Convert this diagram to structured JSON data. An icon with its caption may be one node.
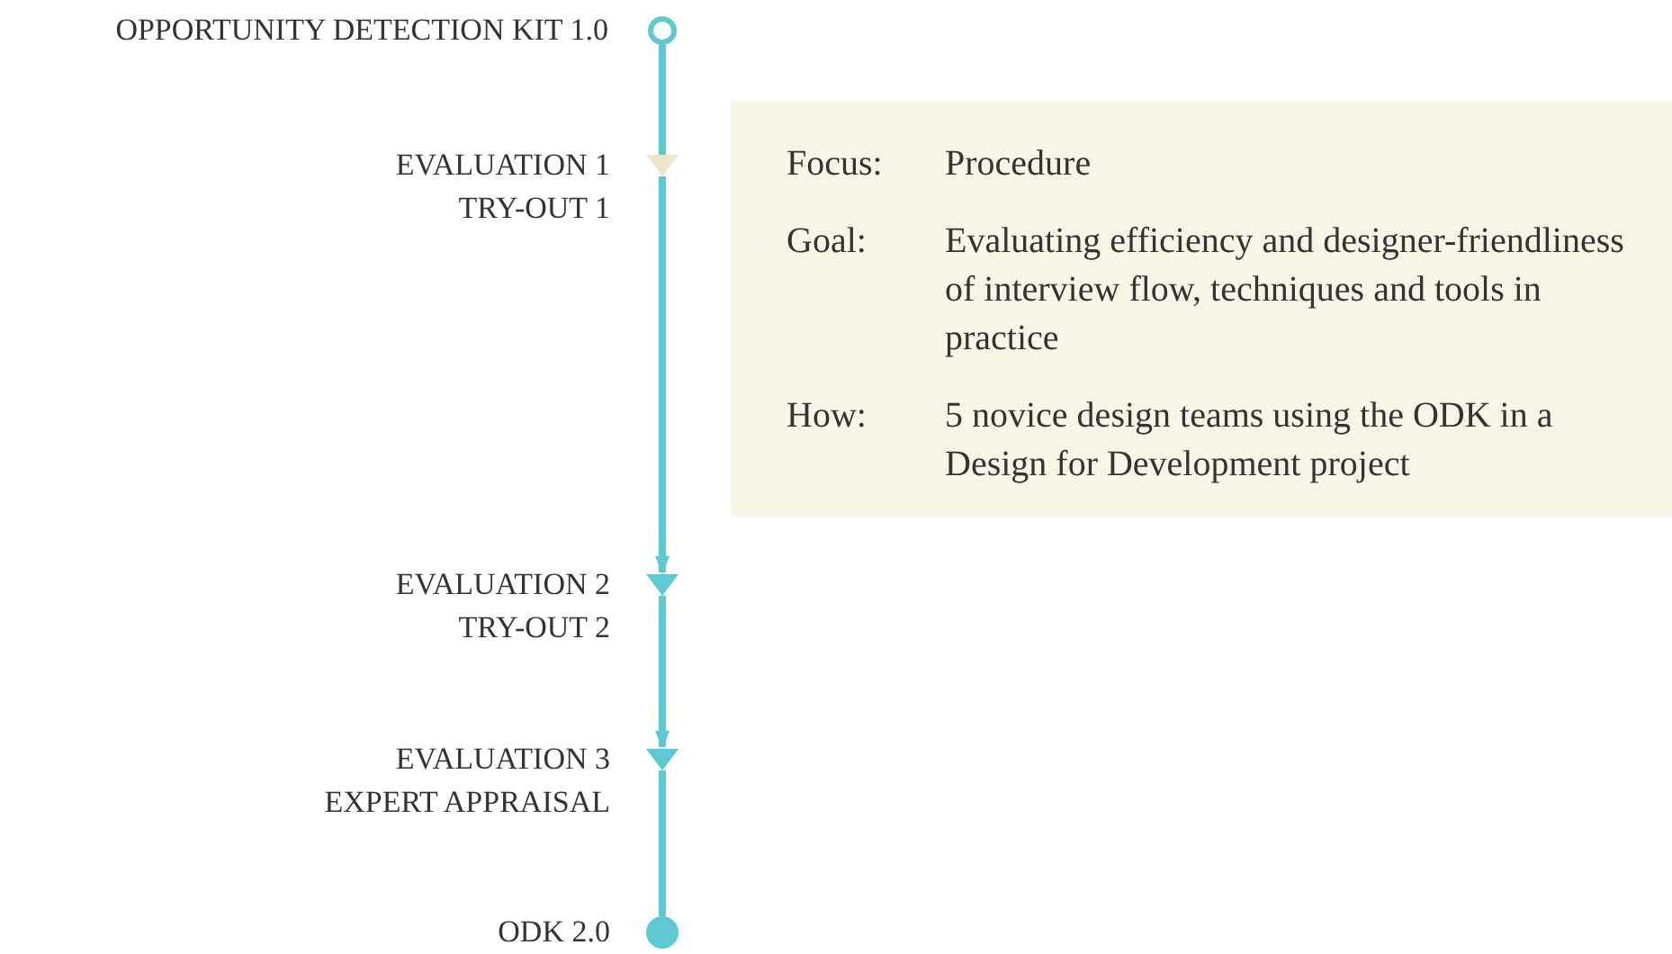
{
  "diagram": {
    "nodes": [
      {
        "text": [],
        "shape": "circle",
        "beside": [
          "OPPORTUNITY DETECTION KIT 1.0"
        ]
      },
      {
        "text": [],
        "shape": "triangle",
        "beside": [
          "EVALUATION 1",
          "TRY-OUT 1"
        ]
      },
      {
        "text": [],
        "shape": "triangle",
        "beside": [
          "EVALUATION 2",
          "TRY-OUT 2"
        ]
      },
      {
        "text": [],
        "shape": "triangle",
        "beside": [
          "EVALUATION 3",
          "EXPERT APPRAISAL"
        ]
      },
      {
        "text": [],
        "shape": "circle",
        "beside": [
          "ODK 2.0"
        ]
      },
      {
        "text": [
          "Focus:",
          "Procedure",
          "Goal:",
          "Evaluating efficiency and designer-friendliness of interview flow, techniques and tools in practice",
          "How:",
          "5 novice design teams using the ODK in a Design for Development project"
        ]
      }
    ],
    "edges": [
      {
        "from": 0,
        "to": 1,
        "arrow": "none"
      },
      {
        "from": 1,
        "to": 2,
        "arrow": "to"
      },
      {
        "from": 2,
        "to": 3,
        "arrow": "to"
      },
      {
        "from": 3,
        "to": 4,
        "arrow": "none"
      }
    ]
  }
}
